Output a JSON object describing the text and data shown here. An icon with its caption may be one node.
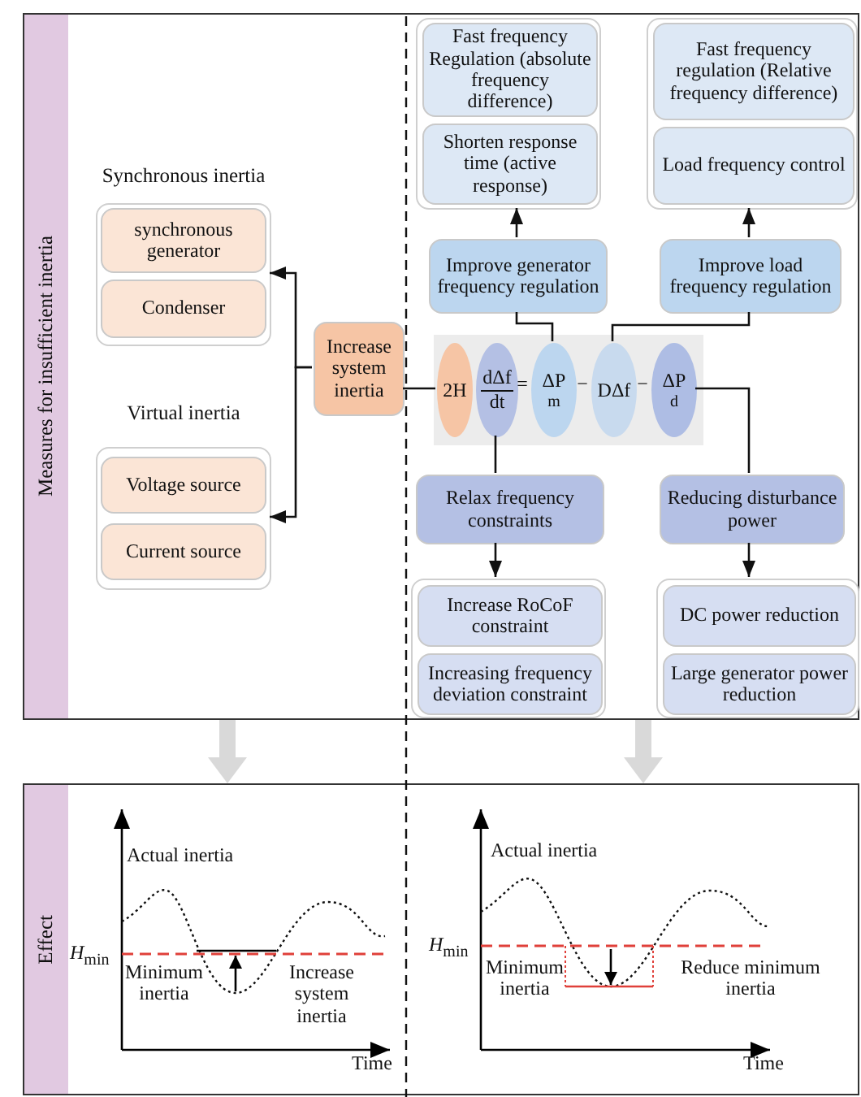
{
  "diagram": {
    "nodes": [
      {
        "text": [
          "Measures for insufficient inertia"
        ]
      },
      {
        "text": [
          "Synchronous inertia"
        ],
        "in": 0
      },
      {
        "text": [
          "synchronous generator"
        ],
        "in": 1
      },
      {
        "text": [
          "Condenser"
        ],
        "in": 1
      },
      {
        "text": [
          "Virtual inertia"
        ],
        "in": 0
      },
      {
        "text": [
          "Voltage source"
        ],
        "in": 4
      },
      {
        "text": [
          "Current source"
        ],
        "in": 4
      },
      {
        "text": [
          "Increase system inertia"
        ],
        "in": 0
      },
      {
        "text": [],
        "shape": "box",
        "in": 0
      },
      {
        "text": [
          "Fast frequency Regulation (absolute frequency difference)"
        ],
        "in": 8
      },
      {
        "text": [
          "Shorten response time (active response)"
        ],
        "in": 8
      },
      {
        "text": [],
        "shape": "box",
        "in": 0
      },
      {
        "text": [
          "Fast frequency regulation (Relative frequency difference)"
        ],
        "in": 11
      },
      {
        "text": [
          "Load frequency control"
        ],
        "in": 11
      },
      {
        "text": [
          "Improve generator frequency regulation"
        ],
        "in": 0
      },
      {
        "text": [
          "Improve load frequency regulation"
        ],
        "in": 0
      },
      {
        "text": [],
        "shape": "box",
        "in": 0
      },
      {
        "text": [
          "2H"
        ],
        "in": 16
      },
      {
        "text": [
          "dΔf",
          "dt"
        ],
        "in": 16
      },
      {
        "text": [
          "ΔP$_{m}$"
        ],
        "in": 16
      },
      {
        "text": [
          "DΔf"
        ],
        "in": 16
      },
      {
        "text": [
          "ΔP$_{d}$"
        ],
        "in": 16
      },
      {
        "text": [
          "Relax frequency constraints"
        ],
        "in": 0
      },
      {
        "text": [
          "Reducing disturbance power"
        ],
        "in": 0
      },
      {
        "text": [],
        "shape": "box",
        "in": 0
      },
      {
        "text": [
          "Increase RoCoF constraint"
        ],
        "in": 24
      },
      {
        "text": [
          "Increasing frequency deviation constraint"
        ],
        "in": 24
      },
      {
        "text": [],
        "shape": "box",
        "in": 0
      },
      {
        "text": [
          "DC power reduction"
        ],
        "in": 27
      },
      {
        "text": [
          "Large generator power reduction"
        ],
        "in": 27
      },
      {
        "text": [
          "Effect"
        ]
      }
    ],
    "edges": [
      {
        "from": 7,
        "to": 1,
        "arrow": "to"
      },
      {
        "from": 7,
        "to": 4,
        "arrow": "to"
      },
      {
        "from": 17,
        "to": 7,
        "arrow": "none"
      },
      {
        "from": 19,
        "to": 14,
        "arrow": "none"
      },
      {
        "from": 14,
        "to": 8,
        "arrow": "to"
      },
      {
        "from": 20,
        "to": 15,
        "arrow": "none"
      },
      {
        "from": 15,
        "to": 11,
        "arrow": "to"
      },
      {
        "from": 18,
        "to": 22,
        "arrow": "none"
      },
      {
        "from": 22,
        "to": 24,
        "arrow": "to"
      },
      {
        "from": 21,
        "to": 23,
        "arrow": "none"
      },
      {
        "from": 23,
        "to": 27,
        "arrow": "to"
      },
      {
        "from": 0,
        "to": 30,
        "arrow": "to",
        "style": "thick",
        "color": "#d9d9d9"
      },
      {
        "from": 0,
        "to": 30,
        "arrow": "to",
        "style": "thick",
        "color": "#d9d9d9"
      }
    ],
    "labels": [
      "=",
      "−",
      "−",
      "Actual inertia",
      "*H*$_{min}$",
      "Minimum inertia",
      "Increase system inertia",
      "Time",
      "Actual inertia",
      "*H*$_{min}$",
      "Minimum inertia",
      "Reduce minimum inertia",
      "Time"
    ]
  }
}
